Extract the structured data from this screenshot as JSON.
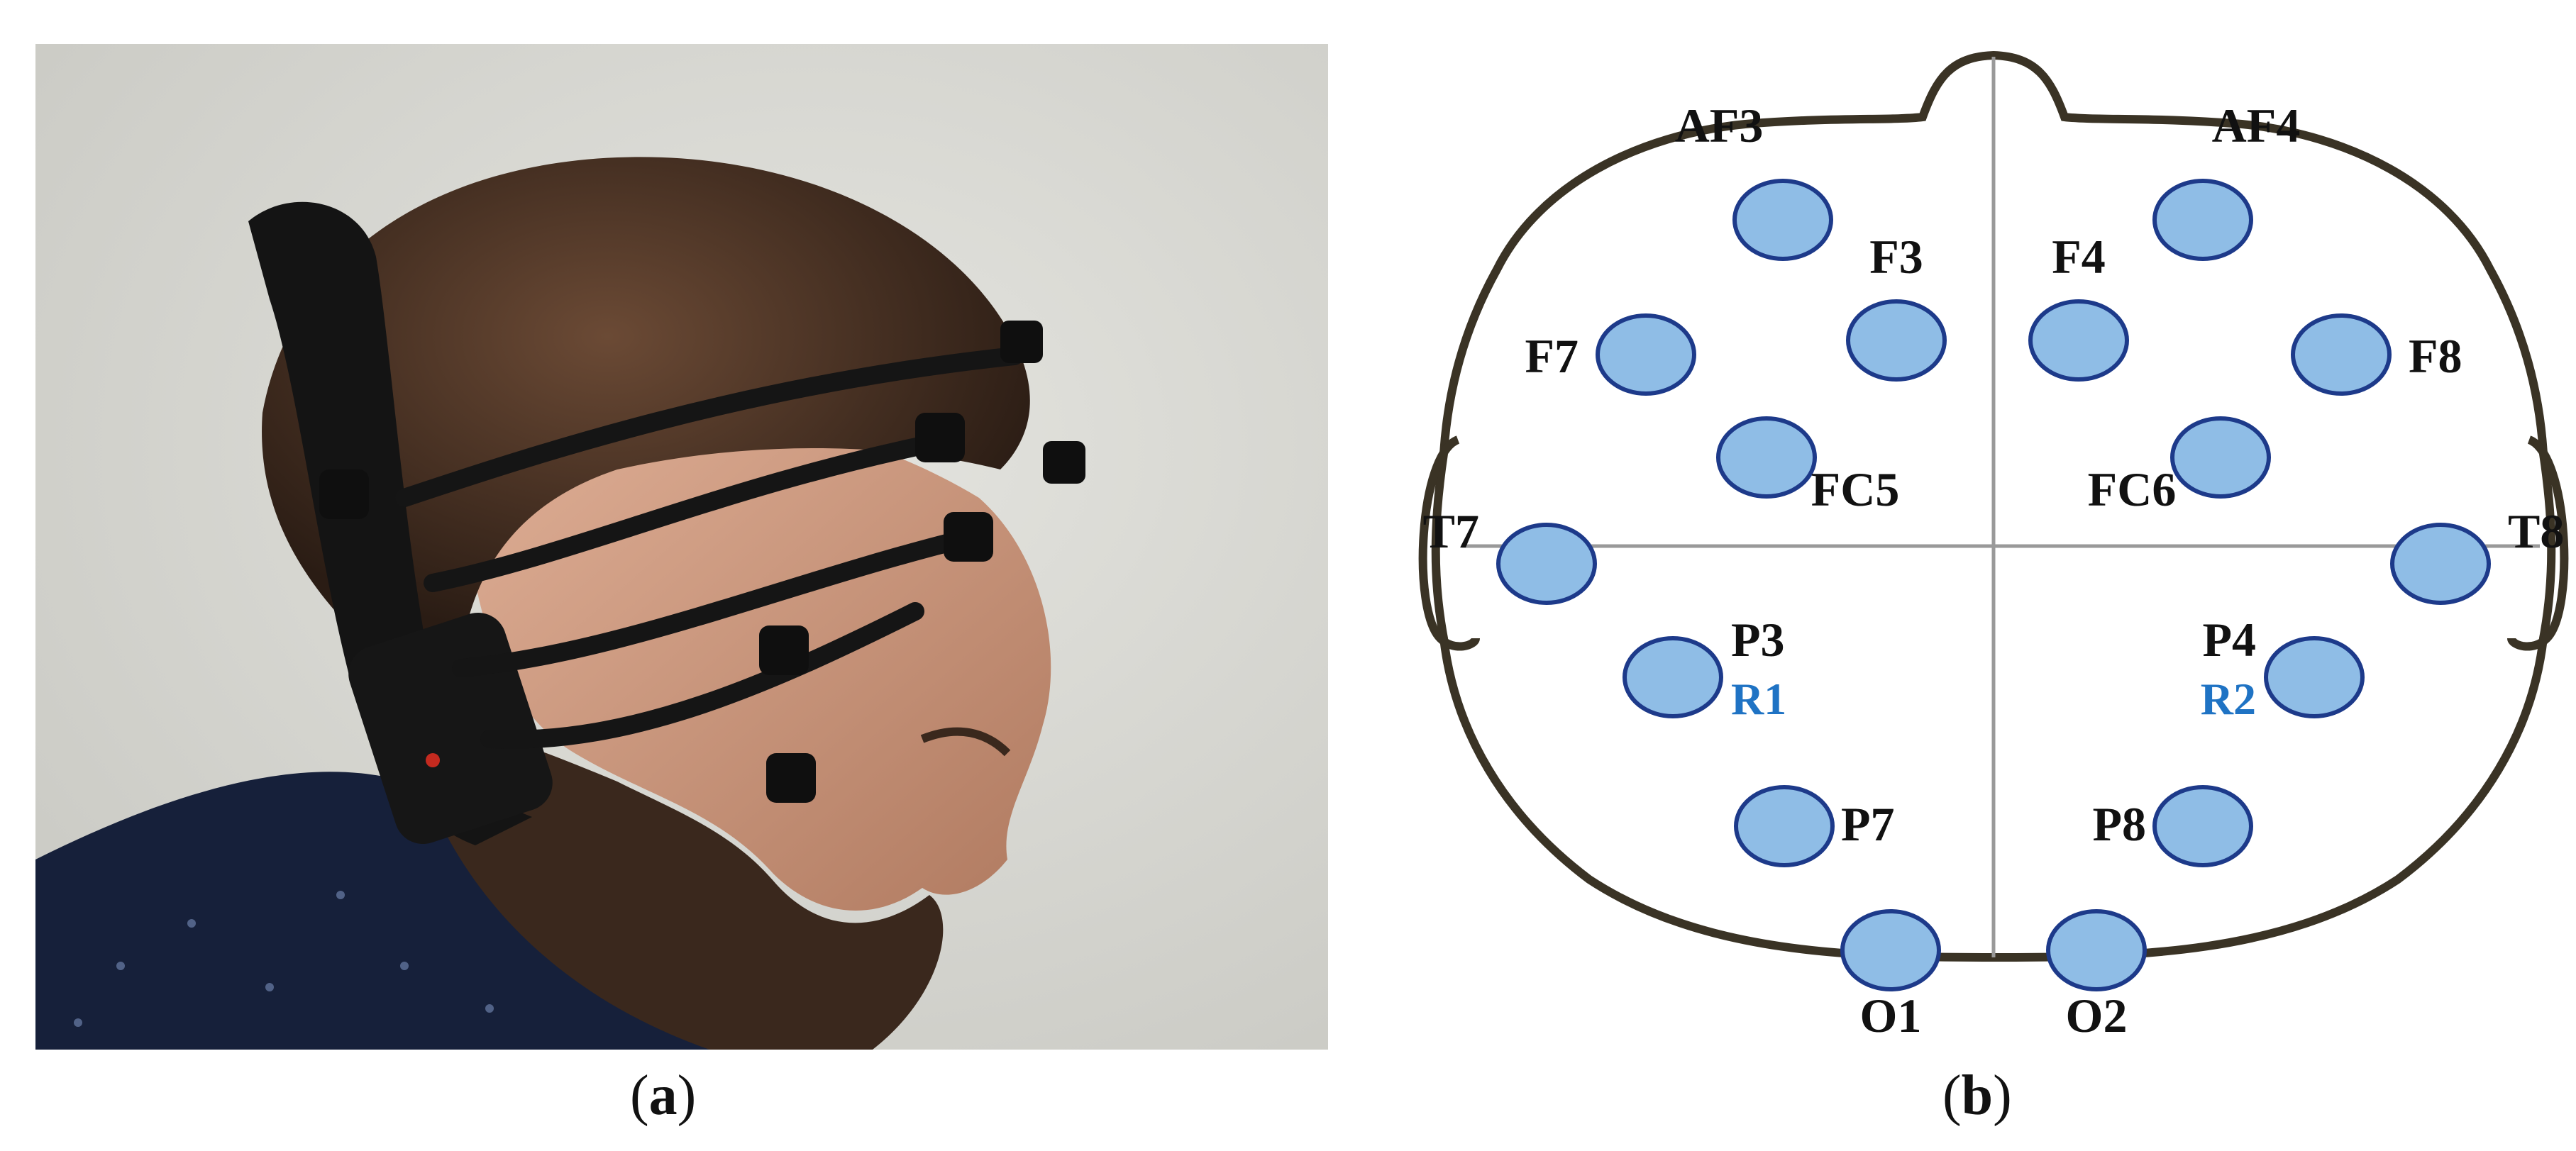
{
  "captions": {
    "a": "a",
    "b": "b"
  },
  "panel_a": {
    "kind": "photo-of-person-wearing-eeg-headset",
    "colors": {
      "wall": "#d9d9d4",
      "hair": "#3b2a20",
      "skin": "#c8937a",
      "headset": "#141414",
      "shirt": "#16203a"
    }
  },
  "panel_b": {
    "colors": {
      "electrode_fill": "#8fbde6",
      "electrode_stroke": "#1d3a8a",
      "head_outline": "#3a3325",
      "axis": "#999999",
      "reference_label": "#1f73c4"
    },
    "electrodes": [
      {
        "id": "AF3",
        "label": "AF3"
      },
      {
        "id": "AF4",
        "label": "AF4"
      },
      {
        "id": "F3",
        "label": "F3"
      },
      {
        "id": "F4",
        "label": "F4"
      },
      {
        "id": "F7",
        "label": "F7"
      },
      {
        "id": "F8",
        "label": "F8"
      },
      {
        "id": "FC5",
        "label": "FC5"
      },
      {
        "id": "FC6",
        "label": "FC6"
      },
      {
        "id": "T7",
        "label": "T7"
      },
      {
        "id": "T8",
        "label": "T8"
      },
      {
        "id": "P3",
        "label": "P3"
      },
      {
        "id": "P4",
        "label": "P4"
      },
      {
        "id": "P7",
        "label": "P7"
      },
      {
        "id": "P8",
        "label": "P8"
      },
      {
        "id": "O1",
        "label": "O1"
      },
      {
        "id": "O2",
        "label": "O2"
      }
    ],
    "references": [
      {
        "id": "R1",
        "label": "R1"
      },
      {
        "id": "R2",
        "label": "R2"
      }
    ]
  }
}
